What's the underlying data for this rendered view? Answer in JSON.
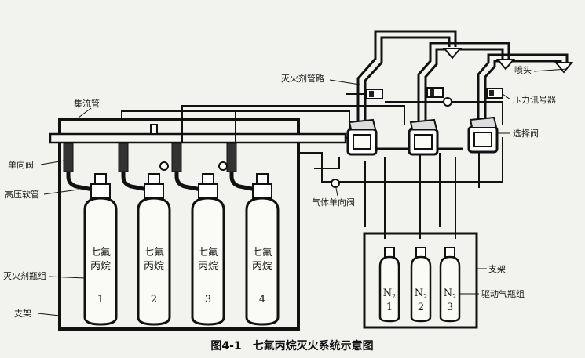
{
  "caption": "图4-1　七氟丙烷灭火系统示意图",
  "labels": {
    "header_pipe": "集流管",
    "check_valve": "单向阀",
    "hose": "高压软管",
    "cylinder_group": "灭火剂瓶组",
    "frame_left": "支架",
    "agent_pipe": "灭火剂管路",
    "nozzle": "喷头",
    "pressure_switch": "压力讯号器",
    "selector_valve": "选择阀",
    "gas_check_valve": "气体单向阀",
    "frame_right": "支架",
    "drive_group": "驱动气瓶组"
  },
  "agent_cylinders": [
    {
      "line1": "七氟",
      "line2": "丙烷",
      "num": "1"
    },
    {
      "line1": "七氟",
      "line2": "丙烷",
      "num": "2"
    },
    {
      "line1": "七氟",
      "line2": "丙烷",
      "num": "3"
    },
    {
      "line1": "七氟",
      "line2": "丙烷",
      "num": "4"
    }
  ],
  "drive_cylinders": [
    {
      "gas": "N",
      "sub": "2",
      "num": "1"
    },
    {
      "gas": "N",
      "sub": "2",
      "num": "2"
    },
    {
      "gas": "N",
      "sub": "2",
      "num": "3"
    }
  ]
}
